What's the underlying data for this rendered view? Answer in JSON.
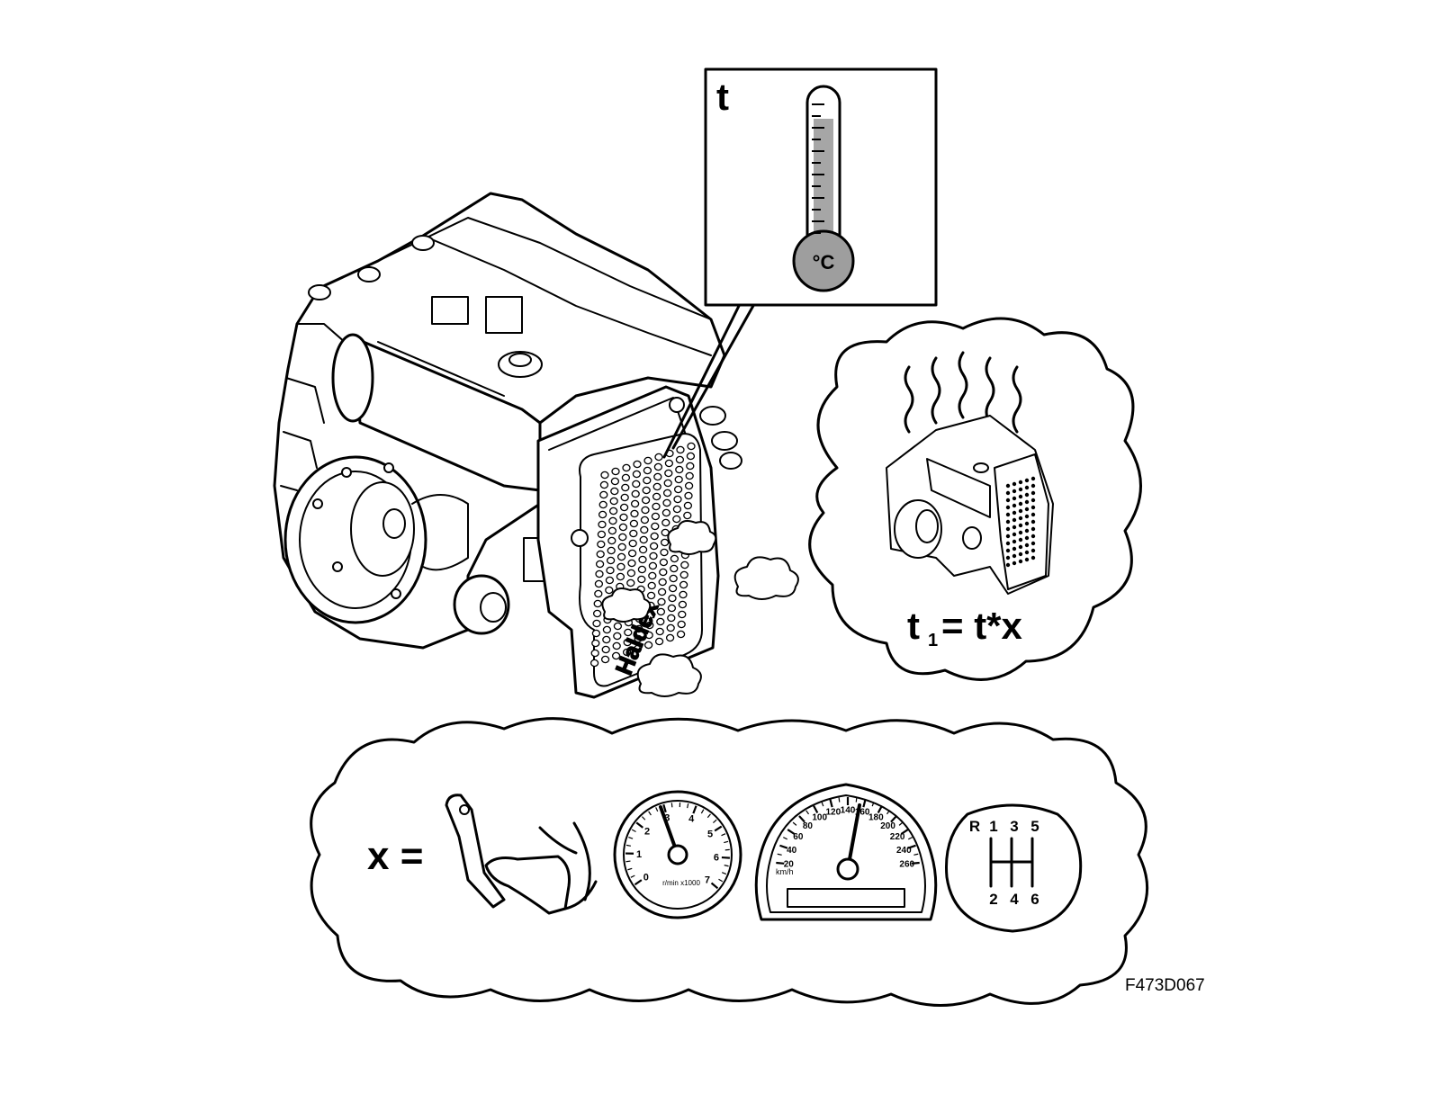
{
  "figure_code": "F473D067",
  "temperature_box": {
    "symbol": "t",
    "unit": "°C"
  },
  "equation": {
    "t_var": "t",
    "subscript": "1",
    "rhs": "= t*x"
  },
  "x_equals": "x =",
  "module_brand": "Haldex",
  "tachometer": {
    "ticks": [
      "0",
      "1",
      "2",
      "3",
      "4",
      "5",
      "6",
      "7"
    ],
    "unit": "r/min x1000"
  },
  "speedometer": {
    "ticks": [
      "20",
      "40",
      "60",
      "80",
      "100",
      "120",
      "140",
      "160",
      "180",
      "200",
      "220",
      "240",
      "260"
    ],
    "unit": "km/h"
  },
  "gear_pattern": {
    "top": [
      "R",
      "1",
      "3",
      "5"
    ],
    "bottom": [
      "2",
      "4",
      "6"
    ]
  },
  "colors": {
    "line": "#000000",
    "gauge_fill": "#a6a6a6",
    "bulb_fill": "#9e9e9e"
  }
}
